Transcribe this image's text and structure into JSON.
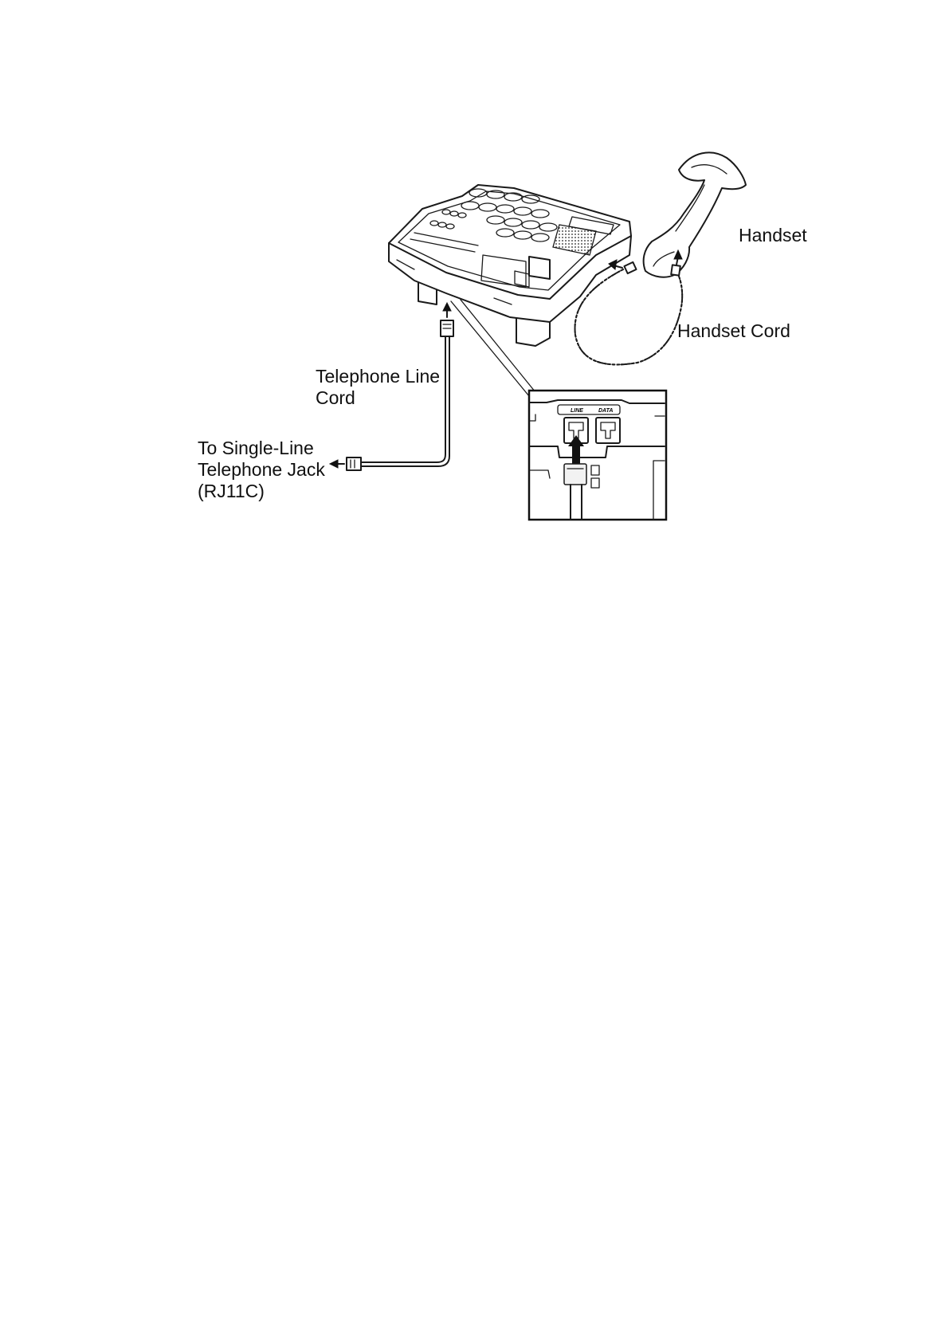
{
  "labels": {
    "handset": "Handset",
    "handset_cord": "Handset Cord",
    "telephone_line_cord_1": "Telephone Line",
    "telephone_line_cord_2": "Cord",
    "single_line_jack_1": "To Single-Line",
    "single_line_jack_2": "Telephone Jack",
    "single_line_jack_3": "(RJ11C)"
  },
  "jacks": {
    "line": "LINE",
    "data": "DATA"
  },
  "icons": [
    "telephone-base-icon",
    "handset-icon",
    "coiled-cord-icon",
    "modular-plug-icon",
    "arrow-icon",
    "jack-closeup-icon"
  ]
}
